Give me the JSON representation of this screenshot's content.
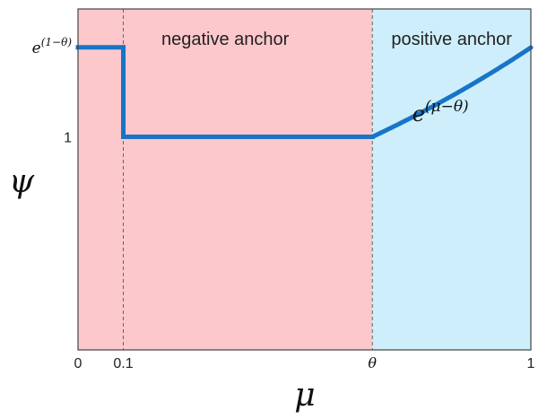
{
  "chart_data": {
    "type": "line",
    "xlabel": "μ",
    "ylabel": "ψ",
    "x_ticks": [
      {
        "value": 0,
        "label": "0"
      },
      {
        "value": 0.1,
        "label": "0.1"
      },
      {
        "value": 0.65,
        "label": "θ"
      },
      {
        "value": 1,
        "label": "1"
      }
    ],
    "y_ticks": [
      {
        "value": 1,
        "label": "1"
      },
      {
        "value": 1.42,
        "label": "e^(1−θ)"
      }
    ],
    "xlim": [
      0,
      1
    ],
    "ylim": [
      0,
      1.6
    ],
    "theta": 0.65,
    "regions": [
      {
        "label": "negative anchor",
        "x_start": 0,
        "x_end": 0.65,
        "color": "#fcc8cb"
      },
      {
        "label": "positive anchor",
        "x_start": 0.65,
        "x_end": 1,
        "color": "#cdeefa"
      }
    ],
    "series": [
      {
        "color": "#1874c8",
        "step_segments": [
          {
            "x": [
              0,
              0.1
            ],
            "y": [
              1.42,
              1.42
            ]
          },
          {
            "x": [
              0.1,
              0.1
            ],
            "y": [
              1.42,
              1
            ]
          },
          {
            "x": [
              0.1,
              0.65
            ],
            "y": [
              1,
              1
            ]
          }
        ],
        "curve_formula": "e^(μ−θ)",
        "curve_range": [
          0.65,
          1
        ]
      }
    ],
    "annotations": [
      {
        "text": "e^(μ−θ)",
        "near_x": 0.84
      }
    ],
    "guide_lines": [
      0.1,
      0.65
    ],
    "grid": false
  }
}
